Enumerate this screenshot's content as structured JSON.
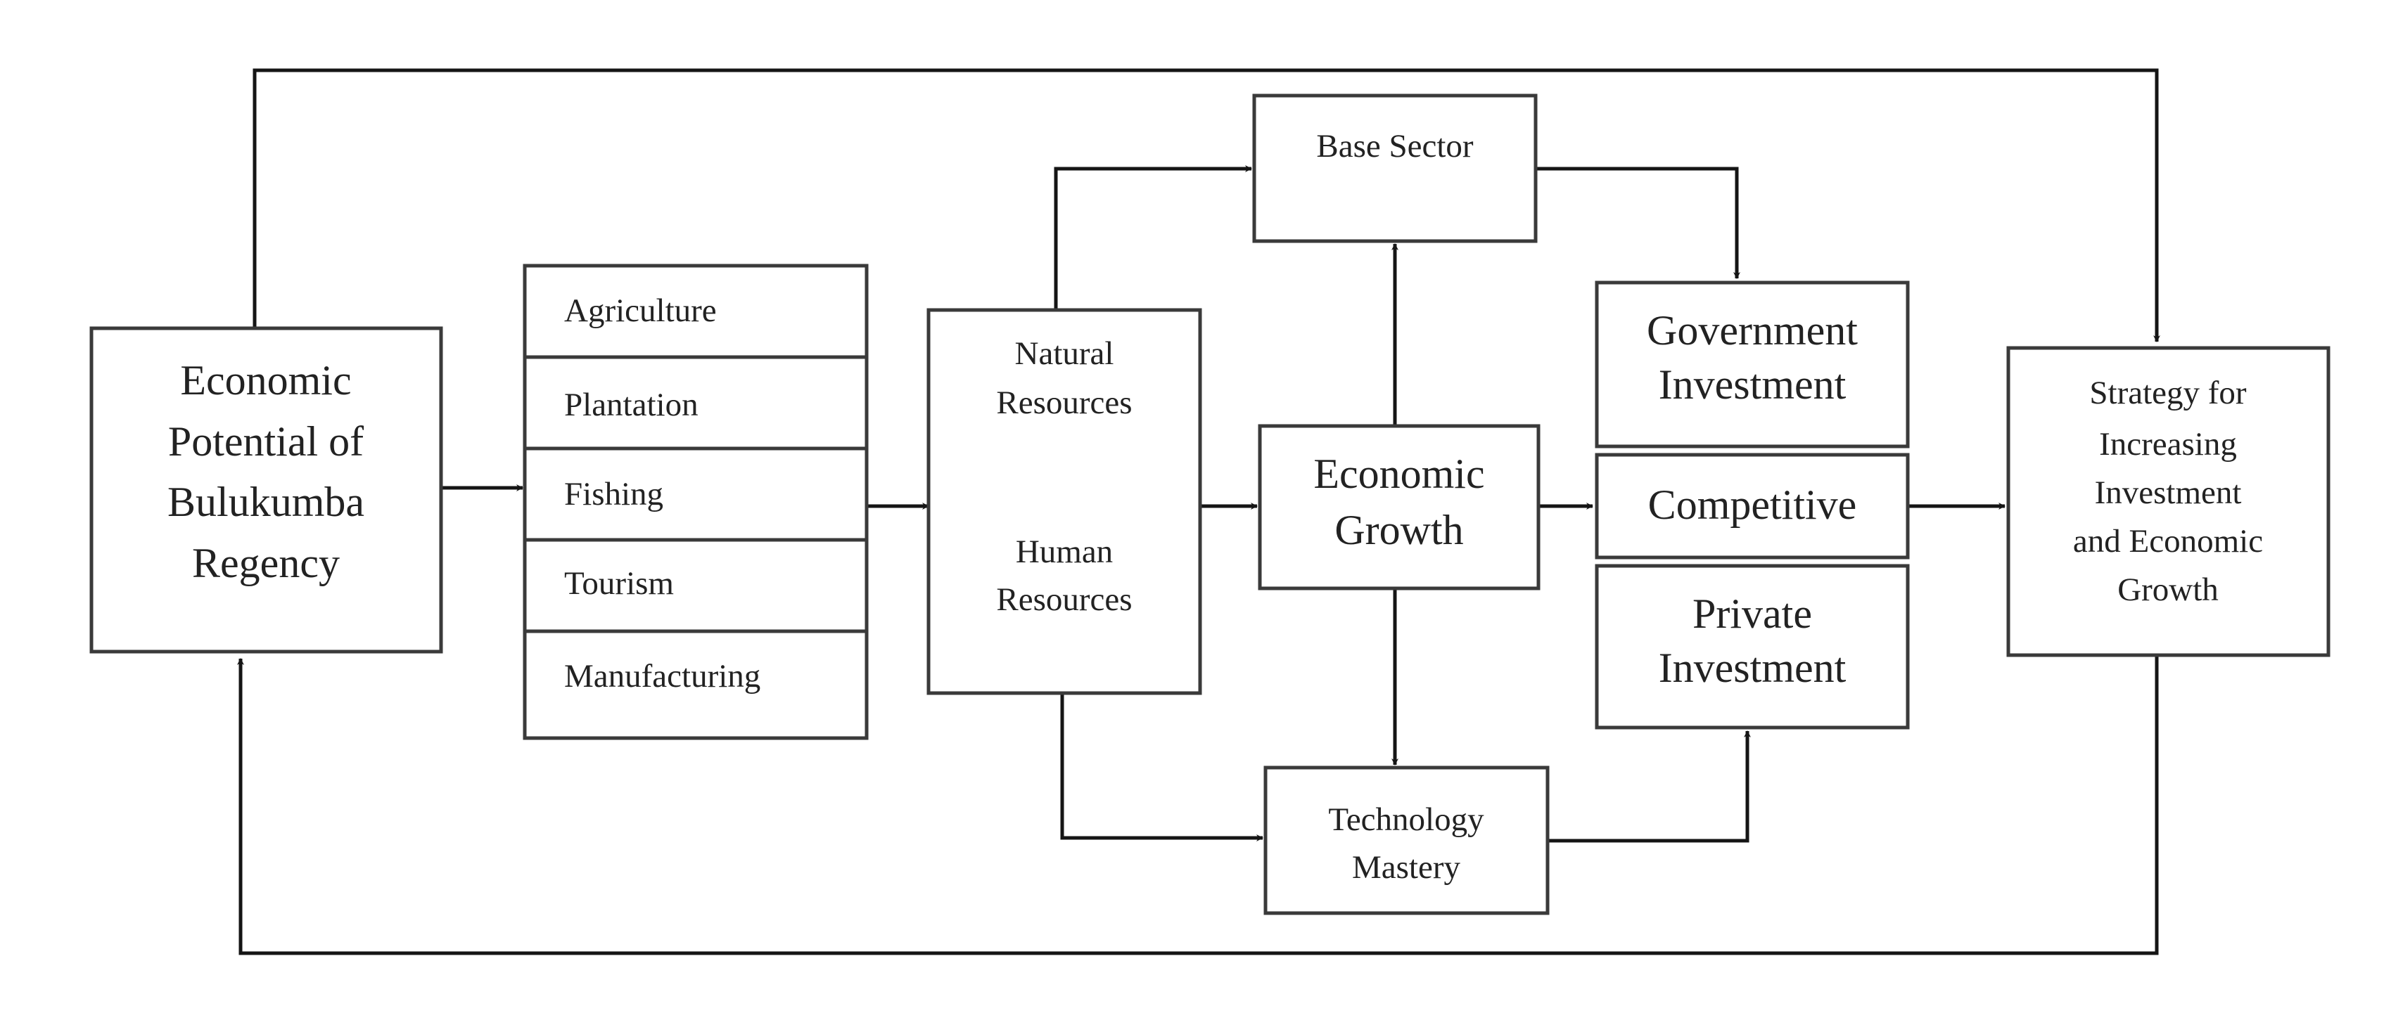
{
  "diagram": {
    "economic_potential": {
      "lines": [
        "Economic",
        "Potential of",
        "Bulukumba",
        "Regency"
      ]
    },
    "sectors": [
      "Agriculture",
      "Plantation",
      "Fishing",
      "Tourism",
      "Manufacturing"
    ],
    "resources": {
      "natural": [
        "Natural",
        "Resources"
      ],
      "human": [
        "Human",
        "Resources"
      ]
    },
    "base_sector": "Base Sector",
    "economic_growth": [
      "Economic",
      "Growth"
    ],
    "technology_mastery": [
      "Technology",
      "Mastery"
    ],
    "government_investment": [
      "Government",
      "Investment"
    ],
    "competitive": "Competitive",
    "private_investment": [
      "Private",
      "Investment"
    ],
    "strategy": [
      "Strategy for",
      "Increasing",
      "Investment",
      "and Economic",
      "Growth"
    ]
  }
}
